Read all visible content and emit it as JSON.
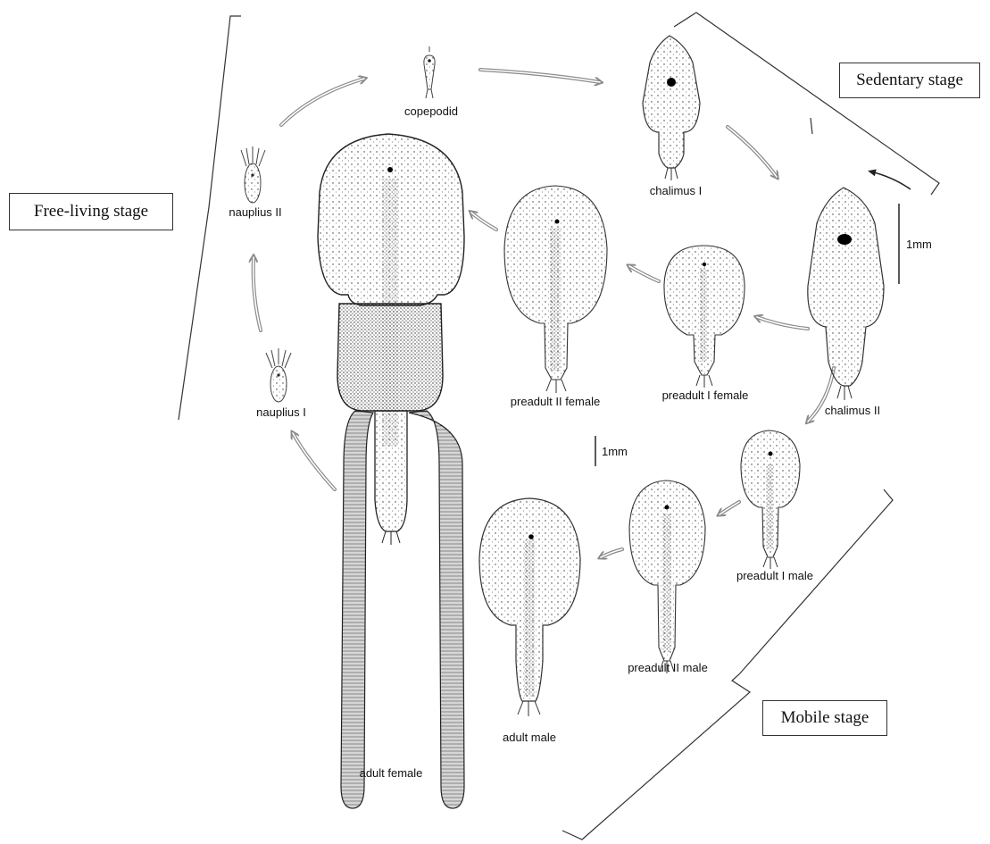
{
  "stages": {
    "free_living": "Free-living stage",
    "sedentary": "Sedentary stage",
    "mobile": "Mobile stage"
  },
  "organisms": {
    "nauplius_1": "nauplius I",
    "nauplius_2": "nauplius II",
    "copepodid": "copepodid",
    "chalimus_1": "chalimus I",
    "chalimus_2": "chalimus II",
    "preadult_1_female": "preadult I female",
    "preadult_2_female": "preadult II female",
    "adult_female": "adult female",
    "preadult_1_male": "preadult I male",
    "preadult_2_male": "preadult II male",
    "adult_male": "adult male"
  },
  "scale_bars": {
    "upper": "1mm",
    "lower": "1mm"
  },
  "colors": {
    "line": "#222222",
    "arrow": "#8a8a8a",
    "speckle": "#333333"
  }
}
